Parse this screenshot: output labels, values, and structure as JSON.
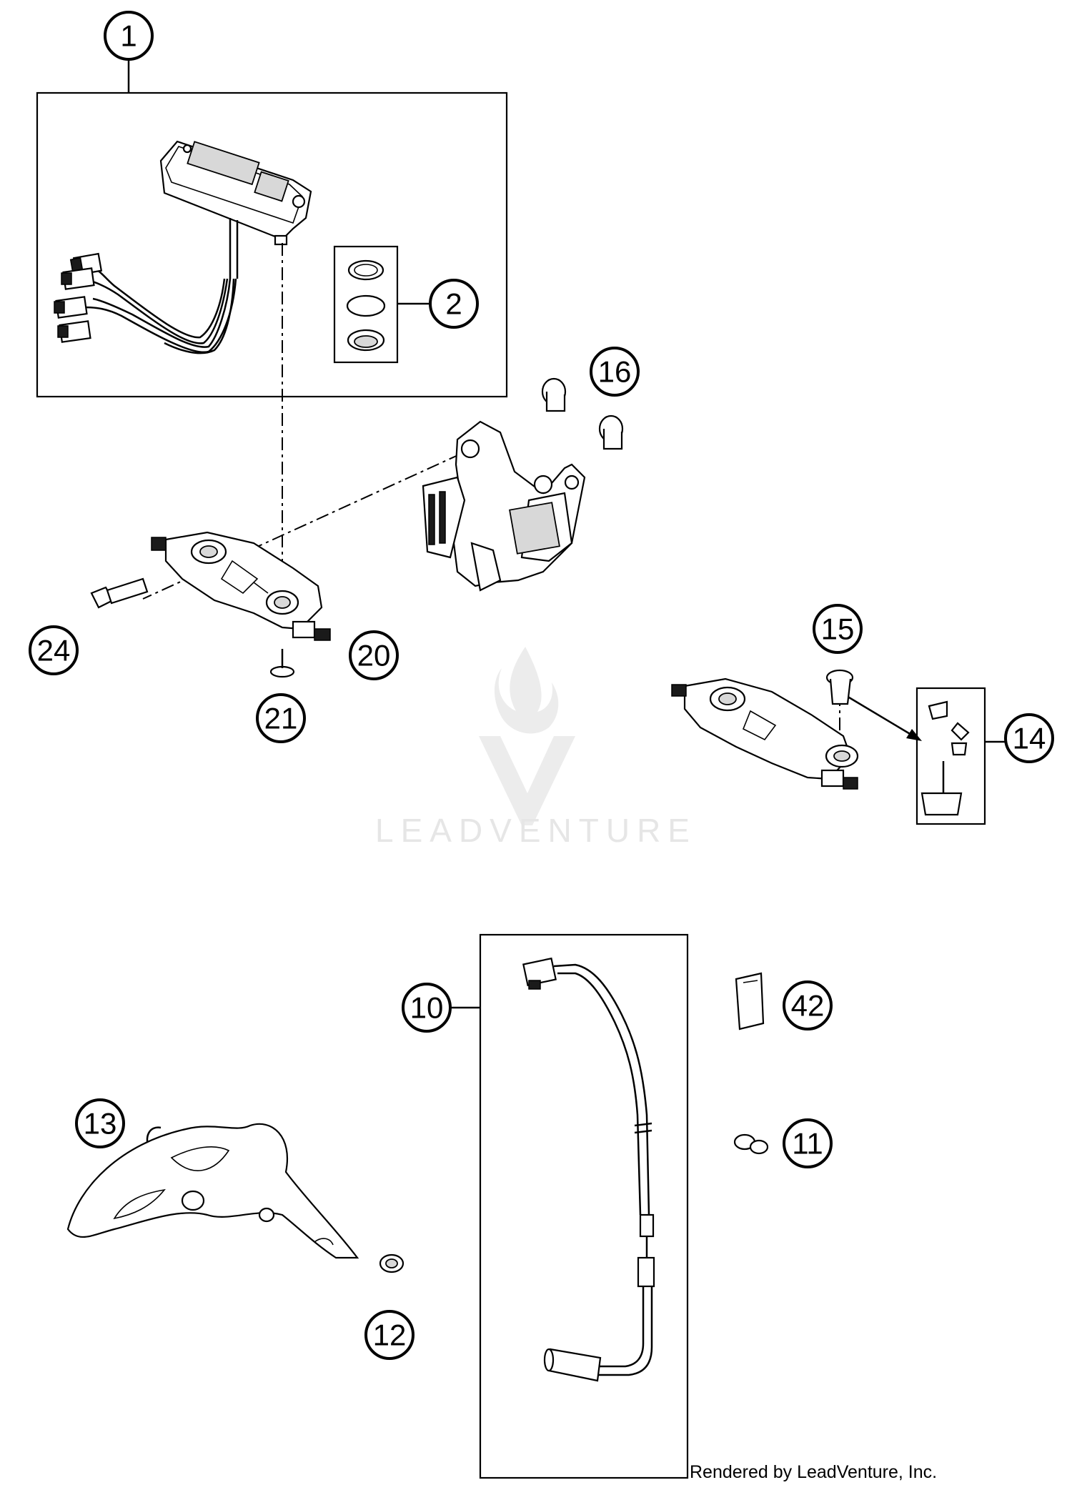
{
  "callouts": [
    {
      "label": "1"
    },
    {
      "label": "2"
    },
    {
      "label": "16"
    },
    {
      "label": "24"
    },
    {
      "label": "20"
    },
    {
      "label": "21"
    },
    {
      "label": "15"
    },
    {
      "label": "14"
    },
    {
      "label": "10"
    },
    {
      "label": "42"
    },
    {
      "label": "13"
    },
    {
      "label": "11"
    },
    {
      "label": "12"
    }
  ],
  "watermark": {
    "text": "LEADVENTURE"
  },
  "footer": {
    "text": "Rendered by LeadVenture, Inc."
  },
  "colors": {
    "line": "#000000",
    "background": "#ffffff",
    "watermark": "#e6e6e6"
  }
}
